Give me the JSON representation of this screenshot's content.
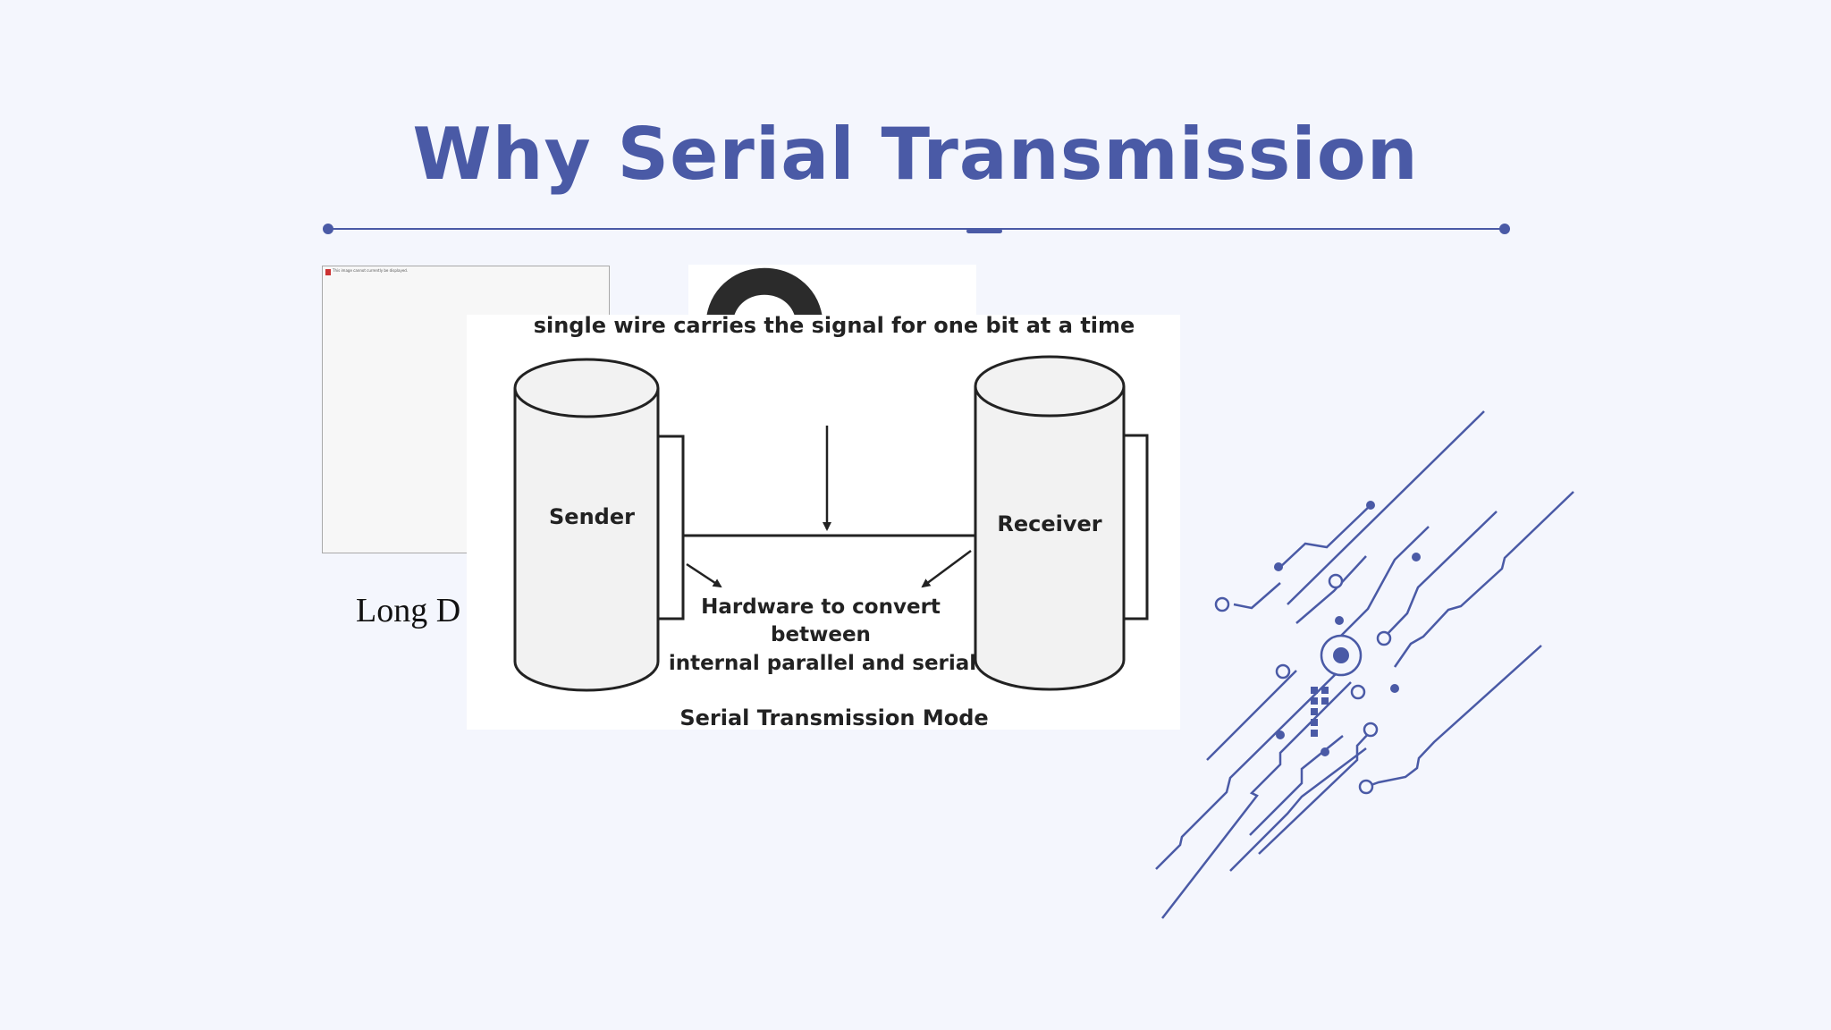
{
  "slide": {
    "title": "Why Serial Transmission",
    "caption": "Long D",
    "broken_image_alt": "This image cannot currently be displayed.",
    "accent_color": "#4a5aa6"
  },
  "diagram": {
    "top_label": "single wire carries the signal for one bit at a time",
    "sender_label": "Sender",
    "receiver_label": "Receiver",
    "hardware_label_line1": "Hardware to convert",
    "hardware_label_line2": "between",
    "hardware_label_line3": "internal parallel and serial",
    "caption": "Serial Transmission Mode"
  }
}
